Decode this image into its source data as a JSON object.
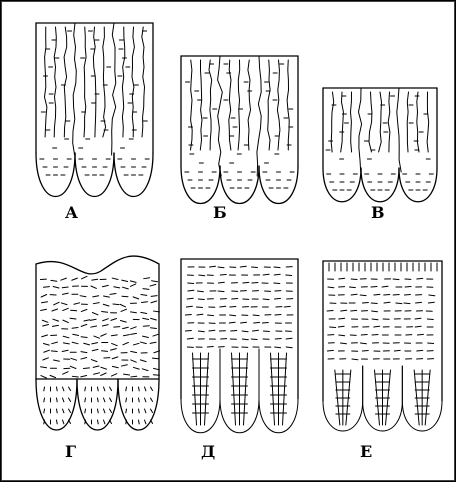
{
  "panels": [
    {
      "id": "A",
      "label": "А"
    },
    {
      "id": "B",
      "label": "Б"
    },
    {
      "id": "V",
      "label": "В"
    },
    {
      "id": "G",
      "label": "Г"
    },
    {
      "id": "D",
      "label": "Д"
    },
    {
      "id": "E",
      "label": "Е"
    }
  ]
}
